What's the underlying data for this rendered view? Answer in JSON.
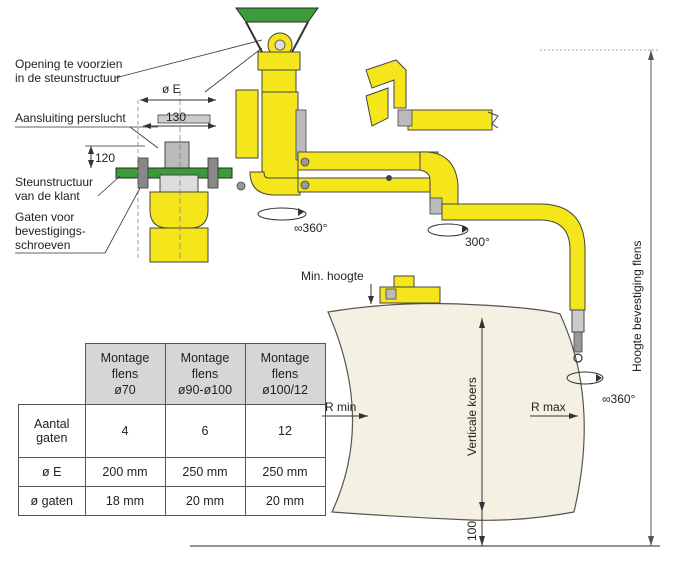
{
  "labels": {
    "opening": "Opening te voorzien in de steunstructuur",
    "opening_l1": "Opening te voorzien",
    "opening_l2": "in de steunstructuur",
    "air": "Aansluiting perslucht",
    "support_l1": "Steunstructuur",
    "support_l2": "van de klant",
    "holes_l1": "Gaten voor",
    "holes_l2": "bevestigings-",
    "holes_l3": "schroeven",
    "min_height": "Min. hoogte",
    "r_min": "R min",
    "r_max": "R max",
    "vertical_stroke": "Verticale koers",
    "flange_height": "Hoogte  bevestiging flens"
  },
  "dimensions": {
    "e": "ø E",
    "d130": "130",
    "d120": "120",
    "rot1": "∞360°",
    "rot2": "300°",
    "rot3": "∞360°",
    "d100": "100"
  },
  "table": {
    "headers": [
      [
        "Montage",
        "flens",
        "ø70"
      ],
      [
        "Montage",
        "flens",
        "ø90-ø100"
      ],
      [
        "Montage",
        "flens",
        "ø100/12"
      ]
    ],
    "rows": [
      {
        "label": [
          "Aantal",
          "gaten"
        ],
        "values": [
          "4",
          "6",
          "12"
        ]
      },
      {
        "label": [
          "ø E"
        ],
        "values": [
          "200 mm",
          "250 mm",
          "250 mm"
        ]
      },
      {
        "label": [
          "ø gaten"
        ],
        "values": [
          "18 mm",
          "20 mm",
          "20 mm"
        ]
      }
    ]
  },
  "colors": {
    "yellow": "#f5e61b",
    "green": "#3b9a3a",
    "gray": "#c9c9c9",
    "cream": "#f4f1e2"
  }
}
